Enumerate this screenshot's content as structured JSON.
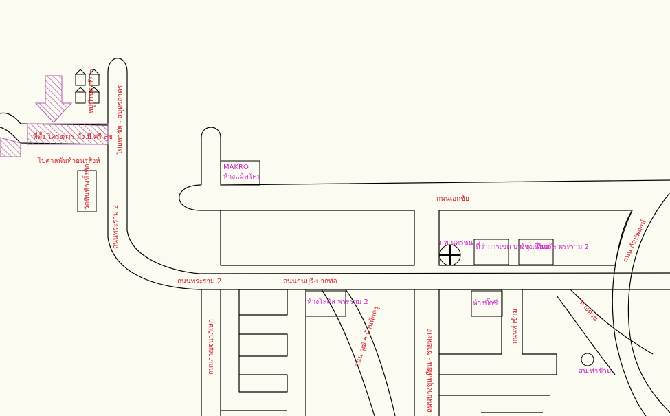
{
  "colors": {
    "background": "#fcfbf2",
    "road_label": "#d3202a",
    "place_label": "#cc20cc",
    "hatch": "#b05ab0"
  },
  "labels": {
    "village6": "หมู่บ้านธงชัย 6",
    "hatch_building": "ที่ตั้ง โครงการ มั่ง มี ศรี สุข",
    "to_phutthamonthon": "ไปศาลพันท้ายนรสิงห์",
    "to_bangkhae": "ไปมหาชัย - สมุทรสาคร",
    "wat": "วัดหินห้างทั้งหัก",
    "rama2_vertical": "ถนนพระราม 2",
    "rama2": "ถนนพระราม 2",
    "ekachai": "ถนนเอกชัย",
    "thonburi_paktho": "ถนนธนบุรี-ปากท่อ",
    "makro_en": "MAKRO",
    "makro_th": "ห้างแม็คโคร",
    "lotus": "ห้างโลตัส พระราม 2",
    "police": "จ.พ.นครชน",
    "district_office": "ที่ว่าการเขต บางขุนเทียน",
    "central": "ห้างเซ็นทรัล พระราม 2",
    "big_c": "ห้างบิ๊กซี",
    "kanchana": "ถนนกาญจนาภิเษก",
    "bangkhuntien_chaitalay": "ถนนบางขุนเทียน - ชายทะเล",
    "wutthakat": "ถนน วุฒิ ฯ บ้านพักครู",
    "tha_kham": "ถนนท่าข้าม",
    "rama2_side": "ทางด่วน",
    "kanlapaphruek": "ถนน กัลปพฤกษ์",
    "school": "สน.ท่าข้าม"
  }
}
